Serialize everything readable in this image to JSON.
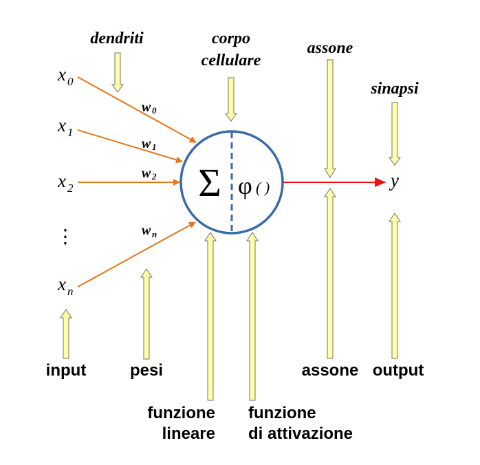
{
  "title_labels": {
    "dendriti": "dendriti",
    "corpo_line1": "corpo",
    "corpo_line2": "cellulare",
    "assone_top": "assone",
    "sinapsi": "sinapsi"
  },
  "inputs": [
    {
      "var": "x",
      "sub": "0",
      "weight": "w",
      "weight_sub": "0"
    },
    {
      "var": "x",
      "sub": "1",
      "weight": "w",
      "weight_sub": "1"
    },
    {
      "var": "x",
      "sub": "2",
      "weight": "w",
      "weight_sub": "2"
    },
    {
      "var": "x",
      "sub": "n",
      "weight": "w",
      "weight_sub": "n"
    }
  ],
  "ellipsis": "⋮",
  "neuron": {
    "sum_symbol": "Σ",
    "activation_symbol": "φ",
    "activation_parens": "( )"
  },
  "output_var": "y",
  "bottom_labels": {
    "input": "input",
    "pesi": "pesi",
    "funzione_lineare_1": "funzione",
    "funzione_lineare_2": "lineare",
    "funzione_attivazione_1": "funzione",
    "funzione_attivazione_2": "di attivazione",
    "assone": "assone",
    "output": "output"
  },
  "colors": {
    "input_arrow": "#e8761a",
    "output_arrow": "#ee1111",
    "neuron_stroke": "#3a6aa8",
    "pointer_fill": "#ffffa8",
    "pointer_stroke": "#707070"
  }
}
